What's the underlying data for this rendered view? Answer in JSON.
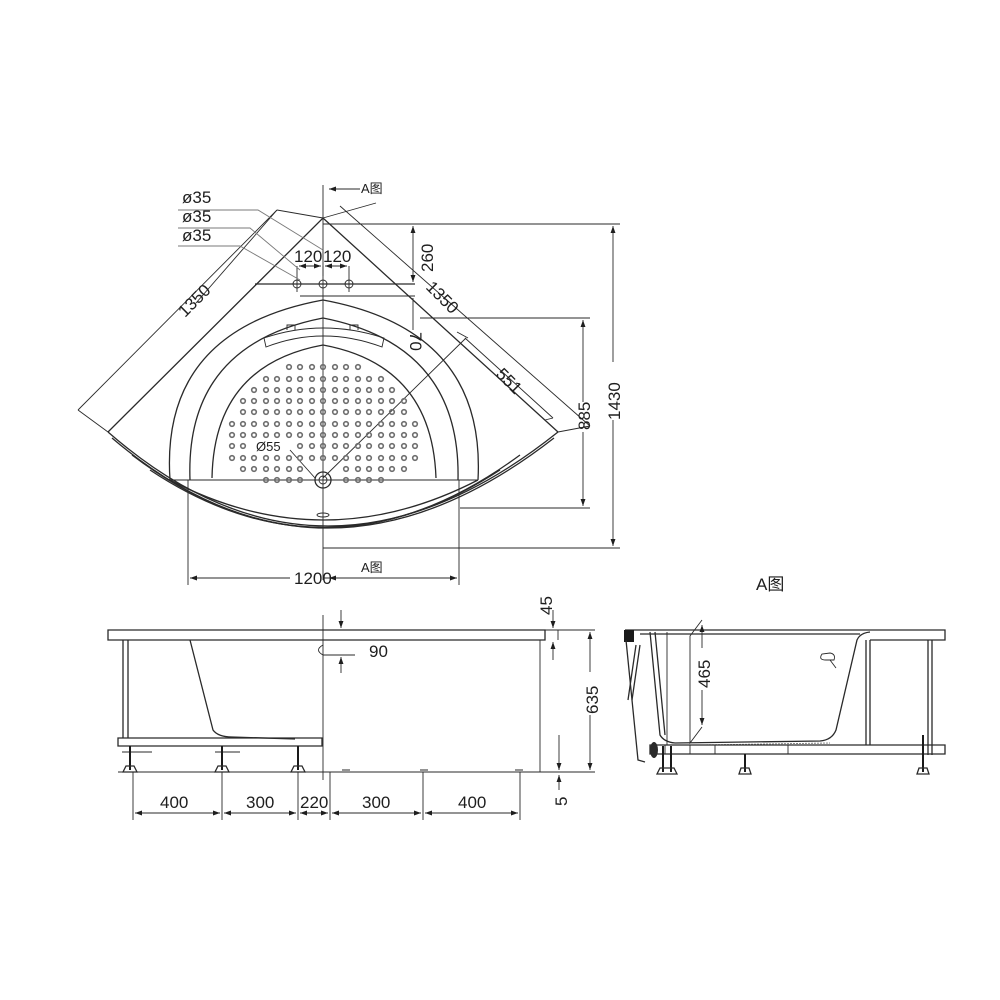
{
  "title": "Corner bathtub dimension drawing",
  "top_view": {
    "section_mark_top": "A图",
    "section_mark_bottom": "A图",
    "holes": [
      "ø35",
      "ø35",
      "ø35"
    ],
    "hole_spacing_left": "120",
    "hole_spacing_right": "120",
    "side_left": "1350",
    "side_right": "1350",
    "depth_260": "260",
    "offset_70": "70",
    "seat_551": "551",
    "inner_885": "885",
    "overall_1430": "1430",
    "width_1200": "1200",
    "drain": "Ø55"
  },
  "front_view": {
    "rim_45": "45",
    "overflow_90": "90",
    "height_635": "635",
    "foot_5": "5",
    "leg_spacing": [
      "400",
      "300",
      "220",
      "300",
      "400"
    ]
  },
  "section_a": {
    "label": "A图",
    "depth_465": "465"
  }
}
